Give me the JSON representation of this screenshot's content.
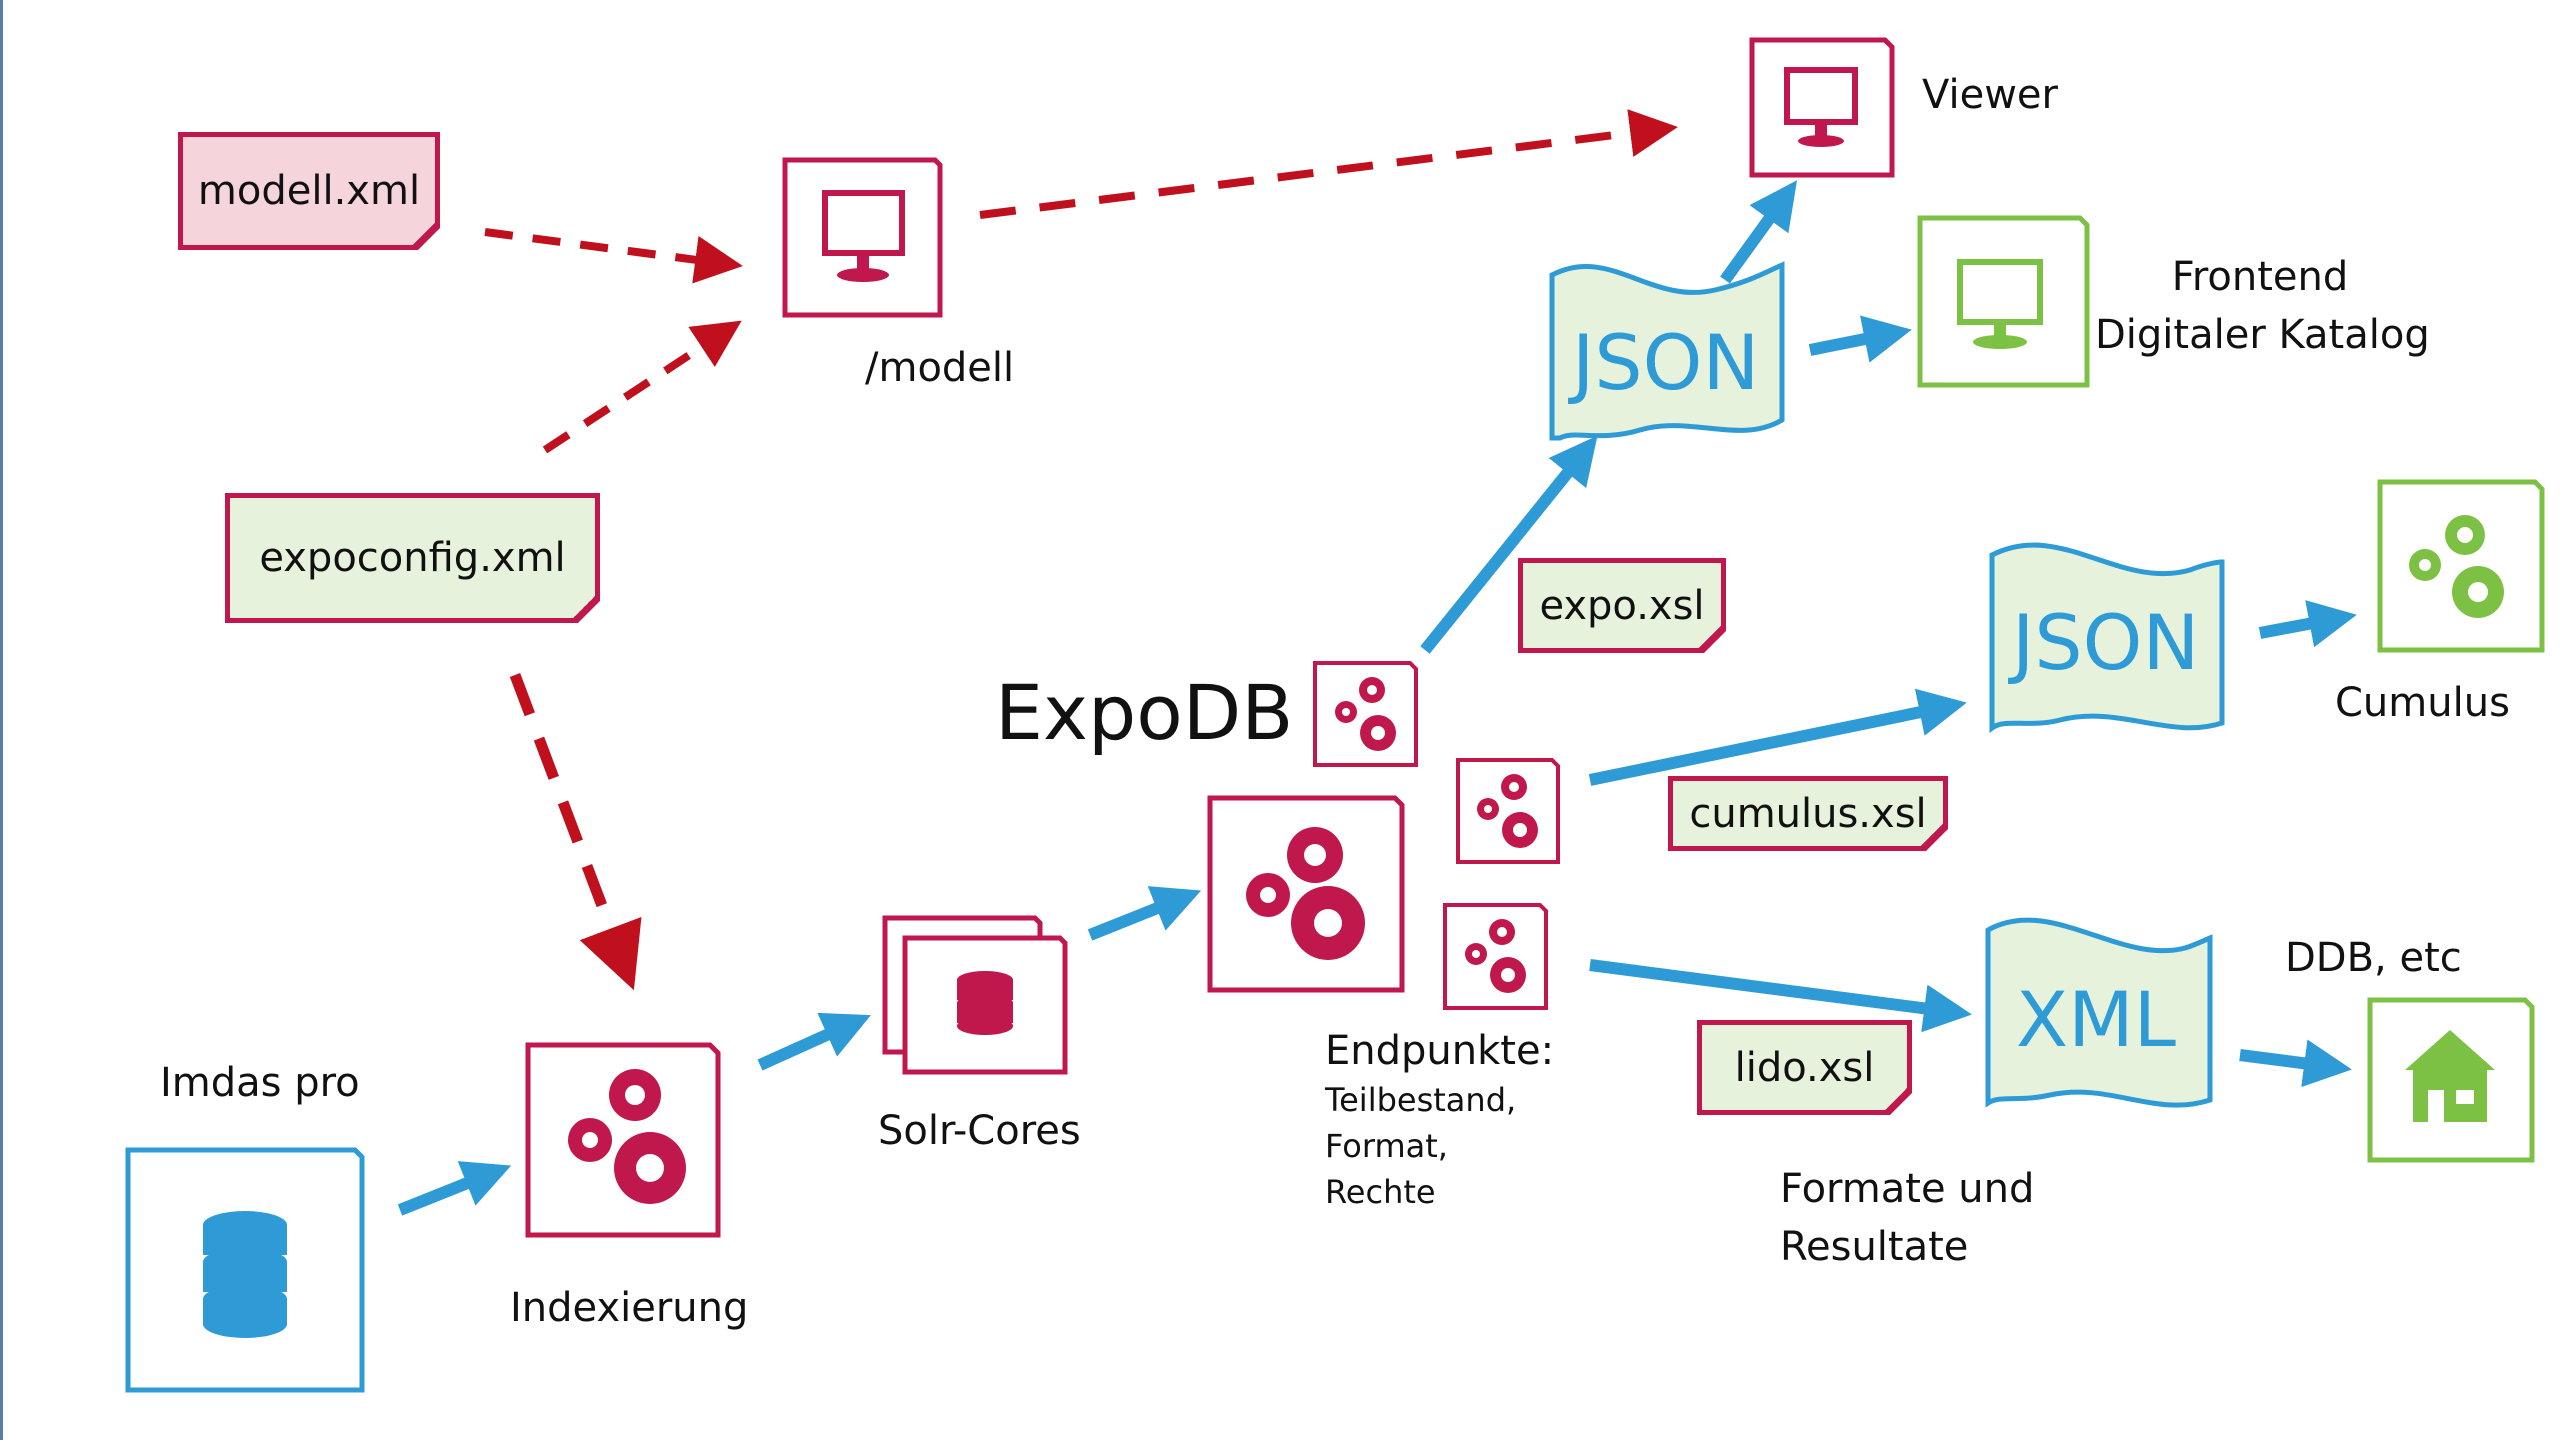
{
  "title": "ExpoDB",
  "sources": {
    "modell": "modell.xml",
    "expoconfig": "expoconfig.xml",
    "imdas": "Imdas pro"
  },
  "nodes": {
    "modell_endpoint": "/modell",
    "viewer": "Viewer",
    "frontend_line1": "Frontend",
    "frontend_line2": "Digitaler Katalog",
    "cumulus": "Cumulus",
    "ddb": "DDB, etc",
    "indexierung": "Indexierung",
    "solr": "Solr-Cores",
    "endpunkte_title": "Endpunkte:",
    "endpunkte_line1": "Teilbestand,",
    "endpunkte_line2": "Format,",
    "endpunkte_line3": "Rechte",
    "formate_line1": "Formate und",
    "formate_line2": "Resultate"
  },
  "transforms": {
    "expo": "expo.xsl",
    "cumulus": "cumulus.xsl",
    "lido": "lido.xsl"
  },
  "formats": {
    "json_frontend": "JSON",
    "json_cumulus": "JSON",
    "xml_ddb": "XML"
  },
  "colors": {
    "crimson": "#c0174c",
    "blue": "#2e9bd6",
    "green": "#7cc144",
    "dashed_red": "#c0101e",
    "doc_fill": "#e6f2dc",
    "note_pink": "#f6d4dc"
  },
  "icons": {
    "monitor": "monitor-icon",
    "gears": "gears-icon",
    "database": "database-icon",
    "house": "house-icon"
  }
}
